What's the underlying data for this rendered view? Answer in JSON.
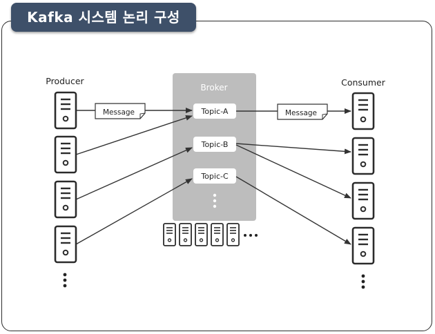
{
  "title": "Kafka 시스템 논리 구성",
  "producer_label": "Producer",
  "consumer_label": "Consumer",
  "broker_label": "Broker",
  "topics": [
    "Topic-A",
    "Topic-B",
    "Topic-C"
  ],
  "message_label": "Message",
  "colors": {
    "title_bg": "#3e5069",
    "broker_bg": "#bdbdbd",
    "line": "#333333",
    "server_fill": "#ffffff"
  },
  "icons": [
    "server-icon",
    "ellipsis-icon",
    "arrow-icon",
    "message-note-icon"
  ]
}
